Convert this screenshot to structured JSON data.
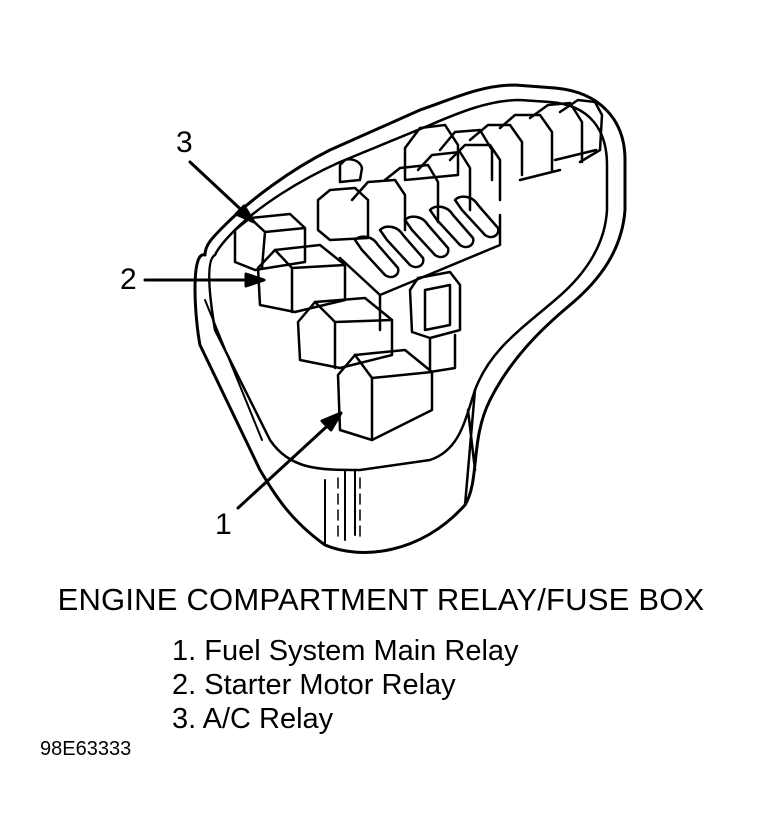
{
  "diagram": {
    "callouts": [
      {
        "label": "3",
        "target": "A/C Relay"
      },
      {
        "label": "2",
        "target": "Starter Motor Relay"
      },
      {
        "label": "1",
        "target": "Fuel System Main Relay"
      }
    ]
  },
  "caption": {
    "title": "ENGINE COMPARTMENT RELAY/FUSE BOX",
    "legend": [
      "1. Fuel System Main Relay",
      "2. Starter Motor Relay",
      "3. A/C Relay"
    ]
  },
  "figure_id": "98E63333",
  "colors": {
    "line": "#000000",
    "background": "#ffffff"
  }
}
